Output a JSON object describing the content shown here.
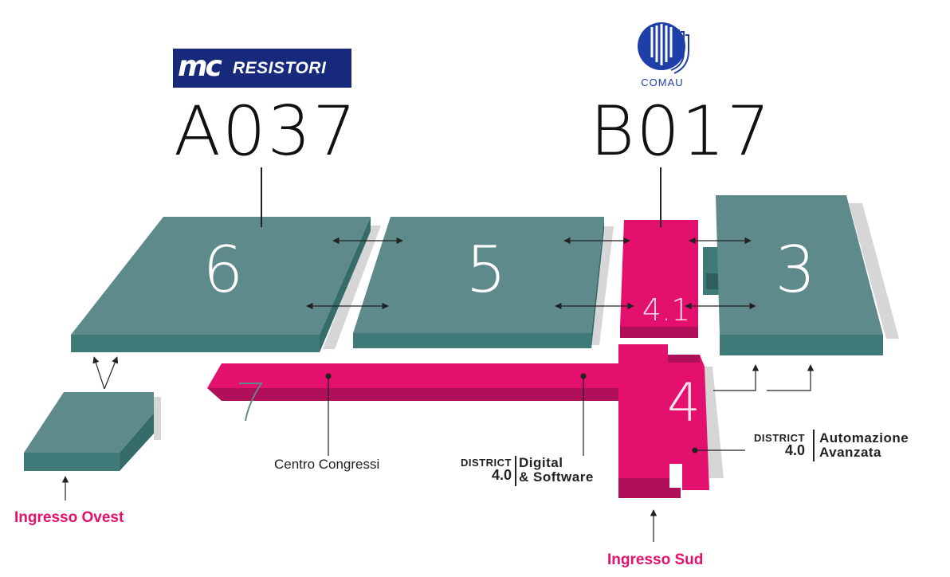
{
  "exhibitors": [
    {
      "logo_text": "RESISTORI",
      "logo_mark": "mc",
      "booth": "A037"
    },
    {
      "logo_text": "COMAU",
      "booth": "B017"
    }
  ],
  "halls": [
    "6",
    "5",
    "4.1",
    "3",
    "7",
    "4"
  ],
  "labels": {
    "centro_congressi": "Centro Congressi",
    "ingresso_ovest": "Ingresso Ovest",
    "ingresso_sud": "Ingresso Sud"
  },
  "districts": [
    {
      "tag_line1": "DISTRICT",
      "tag_line2": "4.0",
      "title_line1": "Digital",
      "title_line2": "& Software"
    },
    {
      "tag_line1": "DISTRICT",
      "tag_line2": "4.0",
      "title_line1": "Automazione",
      "title_line2": "Avanzata"
    }
  ],
  "colors": {
    "hall_top": "#5f8a8b",
    "hall_side": "#3f7a78",
    "hall_shadow": "#d6d6d6",
    "highlight": "#e4106d",
    "highlight_side": "#b0105a",
    "logo_navy": "#16297a",
    "comau_blue": "#1f3fa8"
  }
}
